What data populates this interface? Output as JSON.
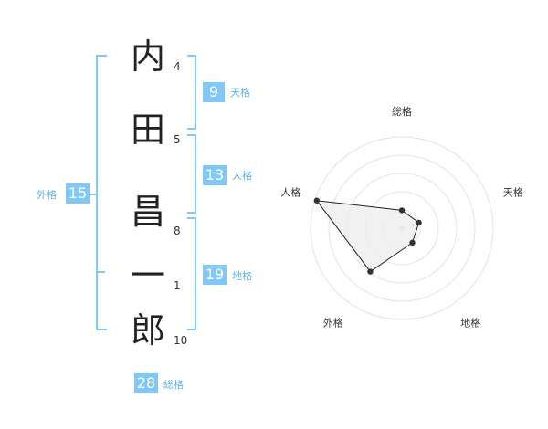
{
  "name_chars": [
    {
      "char": "内",
      "strokes": "4"
    },
    {
      "char": "田",
      "strokes": "5"
    },
    {
      "char": "昌",
      "strokes": "8"
    },
    {
      "char": "一",
      "strokes": "1"
    },
    {
      "char": "郎",
      "strokes": "10"
    }
  ],
  "fortunes": {
    "tenkaku": {
      "value": "9",
      "label": "天格"
    },
    "jinkaku": {
      "value": "13",
      "label": "人格"
    },
    "chikaku": {
      "value": "19",
      "label": "地格"
    },
    "gaikaku": {
      "value": "15",
      "label": "外格"
    },
    "soukaku": {
      "value": "28",
      "label": "総格"
    }
  },
  "colors": {
    "accent": "#7fc8f8",
    "label": "#5fb3ea",
    "radar_fill": "#eeeeee",
    "radar_line": "#222222"
  },
  "chart_data": {
    "type": "radar",
    "categories": [
      "総格",
      "天格",
      "地格",
      "外格",
      "人格"
    ],
    "values": [
      1,
      1,
      1,
      3,
      5
    ],
    "range": [
      0,
      5
    ],
    "grid": true
  }
}
